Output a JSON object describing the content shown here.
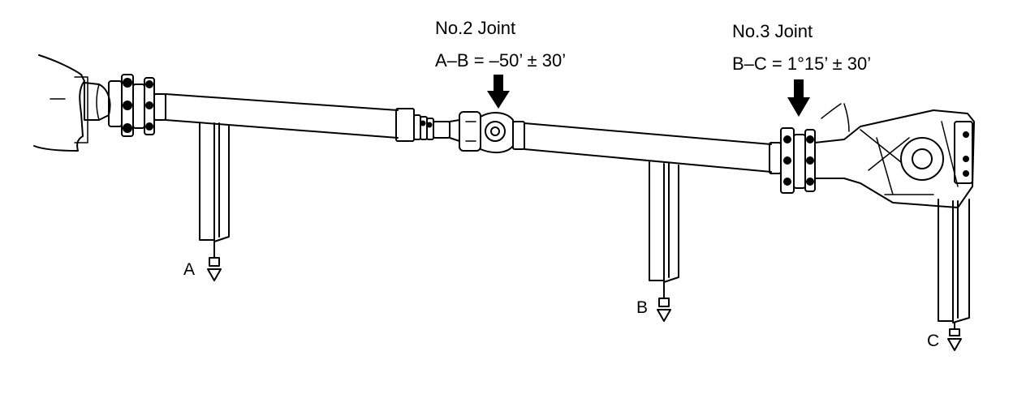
{
  "joint2": {
    "title": "No.2 Joint",
    "spec": "A–B = –50’ ± 30’"
  },
  "joint3": {
    "title": "No.3 Joint",
    "spec": "B–C = 1°15’ ± 30’"
  },
  "points": {
    "a": "A",
    "b": "B",
    "c": "C"
  },
  "colors": {
    "line": "#000000",
    "background": "#ffffff"
  }
}
